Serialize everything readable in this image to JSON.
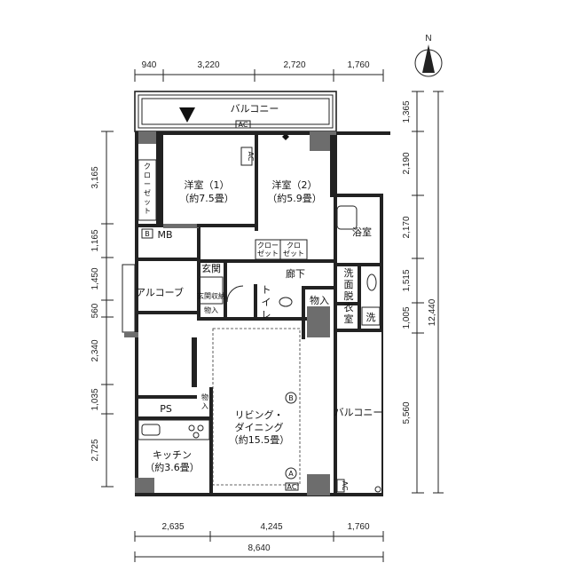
{
  "dimensions": {
    "top": [
      "940",
      "3,220",
      "2,720",
      "1,760"
    ],
    "bottom_parts": [
      "2,635",
      "4,245",
      "1,760"
    ],
    "bottom_total": "8,640",
    "left": [
      "3,165",
      "1,165",
      "1,450",
      "560",
      "2,340",
      "1,035",
      "2,725"
    ],
    "right_inner": [
      "1,365",
      "2,190",
      "2,170",
      "1,515",
      "1,005",
      "5,560"
    ],
    "right_total": "12,440"
  },
  "compass": {
    "north": "N"
  },
  "rooms": {
    "balcony_top": "バルコニー",
    "western1": {
      "name": "洋室（1）",
      "size": "（約7.5畳）"
    },
    "western2": {
      "name": "洋室（2）",
      "size": "（約5.9畳）"
    },
    "closet_left": "クローゼット",
    "mb": "MB",
    "bath": "浴室",
    "closet_mid_1": "クロー\nゼット",
    "closet_mid_2": "クロ\nゼット",
    "genkan": "玄関",
    "corridor": "廊下",
    "wash": "洗面脱衣室",
    "alcove": "アルコーブ",
    "shoe": "玄関収納",
    "storage1": "物入",
    "storage2": "物入",
    "storage3": "物入",
    "toilet": "トイレ",
    "laundry": "洗",
    "living": {
      "name1": "リビング・",
      "name2": "ダイニング",
      "size": "（約15.5畳）"
    },
    "ps": "PS",
    "kitchen": {
      "name": "キッチン",
      "size": "（約3.6畳）"
    },
    "balcony_right": "バルコニー"
  },
  "markers": {
    "b": "B",
    "a": "A",
    "ac": "AC",
    "sb": "B"
  }
}
